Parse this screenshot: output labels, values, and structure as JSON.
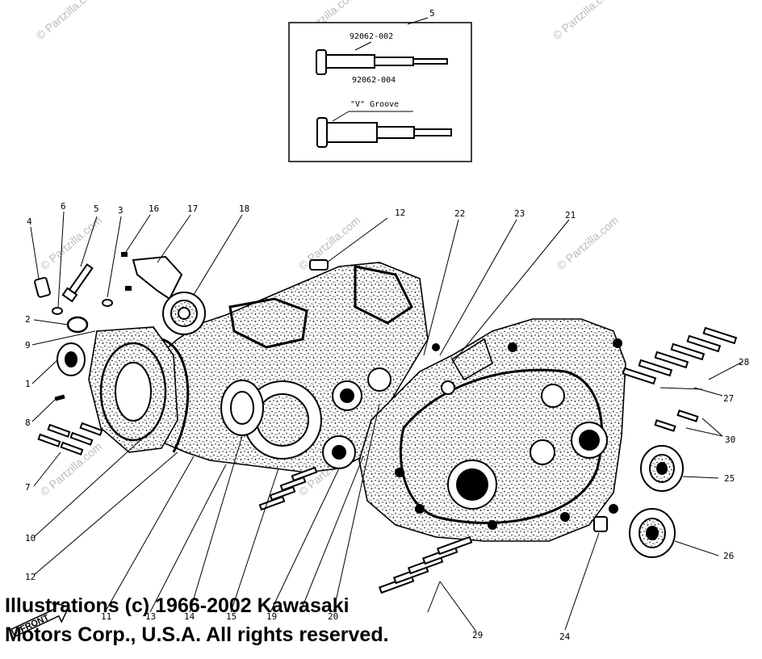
{
  "inset": {
    "callout": "5",
    "part_a": "92062-002",
    "part_b": "92062-004",
    "groove_label": "\"V\" Groove"
  },
  "callouts": [
    {
      "id": "c4",
      "label": "4"
    },
    {
      "id": "c6",
      "label": "6"
    },
    {
      "id": "c5",
      "label": "5"
    },
    {
      "id": "c3",
      "label": "3"
    },
    {
      "id": "c16",
      "label": "16"
    },
    {
      "id": "c17",
      "label": "17"
    },
    {
      "id": "c18",
      "label": "18"
    },
    {
      "id": "c12a",
      "label": "12"
    },
    {
      "id": "c22",
      "label": "22"
    },
    {
      "id": "c23",
      "label": "23"
    },
    {
      "id": "c21",
      "label": "21"
    },
    {
      "id": "c2",
      "label": "2"
    },
    {
      "id": "c9",
      "label": "9"
    },
    {
      "id": "c1",
      "label": "1"
    },
    {
      "id": "c8",
      "label": "8"
    },
    {
      "id": "c7",
      "label": "7"
    },
    {
      "id": "c10",
      "label": "10"
    },
    {
      "id": "c12b",
      "label": "12"
    },
    {
      "id": "c11",
      "label": "11"
    },
    {
      "id": "c13",
      "label": "13"
    },
    {
      "id": "c14",
      "label": "14"
    },
    {
      "id": "c15",
      "label": "15"
    },
    {
      "id": "c19",
      "label": "19"
    },
    {
      "id": "c20",
      "label": "20"
    },
    {
      "id": "c28",
      "label": "28"
    },
    {
      "id": "c27",
      "label": "27"
    },
    {
      "id": "c30",
      "label": "30"
    },
    {
      "id": "c25",
      "label": "25"
    },
    {
      "id": "c26",
      "label": "26"
    },
    {
      "id": "c24",
      "label": "24"
    },
    {
      "id": "c29",
      "label": "29"
    }
  ],
  "watermark": "© Partzilla.com",
  "copyright": {
    "line1": "Illustrations (c) 1966-2002 Kawasaki",
    "line2": "Motors Corp., U.S.A.  All rights reserved."
  },
  "front_label": "FRONT"
}
